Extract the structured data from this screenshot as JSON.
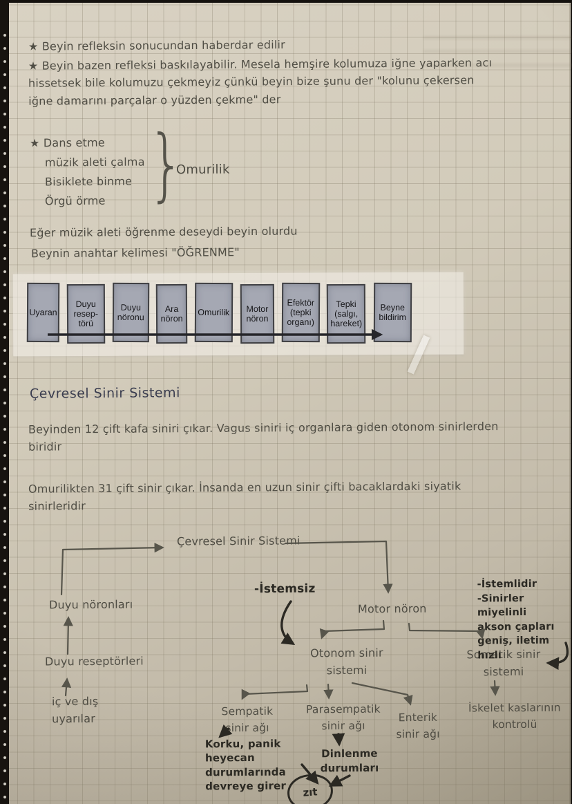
{
  "notes": {
    "bullet1": "★ Beyin refleksin sonucundan haberdar edilir",
    "bullet2": "★ Beyin bazen refleksi baskılayabilir. Mesela hemşire kolumuza iğne yaparken acı\nhissetsek bile kolumuzu çekmeyiz çünkü beyin bize şunu der \"kolunu çekersen\niğne damarını parçalar o yüzden çekme\" der",
    "activities_bullet": "★ Dans etme",
    "activities": [
      "müzik aleti çalma",
      "Bisiklete binme",
      "Örgü örme"
    ],
    "activities_brace": "}",
    "activities_result": "Omurilik",
    "learning1": "Eğer müzik aleti öğrenme deseydi beyin olurdu",
    "learning2": "Beynin anahtar kelimesi \"ÖĞRENME\""
  },
  "reflex_strip": {
    "boxes": [
      "Uyaran",
      "Duyu\nresep-\ntörü",
      "Duyu\nnöronu",
      "Ara\nnöron",
      "Omurilik",
      "Motor\nnöron",
      "Efektör\n(tepki\norganı)",
      "Tepki\n(salgı,\nhareket)",
      "Beyne\nbildirim"
    ]
  },
  "section": {
    "heading": "Çevresel Sinir Sistemi",
    "para1": "Beyinden 12 çift kafa siniri çıkar. Vagus siniri iç organlara giden otonom sinirlerden\nbiridir",
    "para2": "Omurilikten 31 çift sinir çıkar. İnsanda en uzun sinir çifti bacaklardaki siyatik\nsinirleridir"
  },
  "diagram": {
    "root": "Çevresel Sinir Sistemi",
    "duyu_noronlari": "Duyu nöronları",
    "duyu_reseptorleri": "Duyu reseptörleri",
    "uyarilar": "iç ve dış\nuyarılar",
    "istemsiz": "-İstemsiz",
    "motor": "Motor nöron",
    "otonom": "Otonom sinir\nsistemi",
    "somatik": "Somatik sinir\nsistemi",
    "somatik_notes": "-İstemlidir\n-Sinirler miyelinli\nakson çapları\ngeniş, iletim\nhızlı",
    "somatik_result": "İskelet kaslarının\nkontrolü",
    "sempatik": "Sempatik\nsinir ağı",
    "parasempatik": "Parasempatik\nsinir ağı",
    "enterik": "Enterik\nsinir ağı",
    "sempatik_note": "Korku, panik\nheyecan\ndurumlarında\ndevreye girer",
    "parasempatik_note": "Dinlenme\ndurumları",
    "zit": "zıt"
  },
  "colors": {
    "ink": "#4f4d44",
    "ink_bold": "#2b2923",
    "heading_ink": "#3a3d4f",
    "paper": "#cfc8b8",
    "box_fill": "#a5a8b3",
    "box_border": "#3f3f42",
    "tape": "#ece8dd"
  }
}
